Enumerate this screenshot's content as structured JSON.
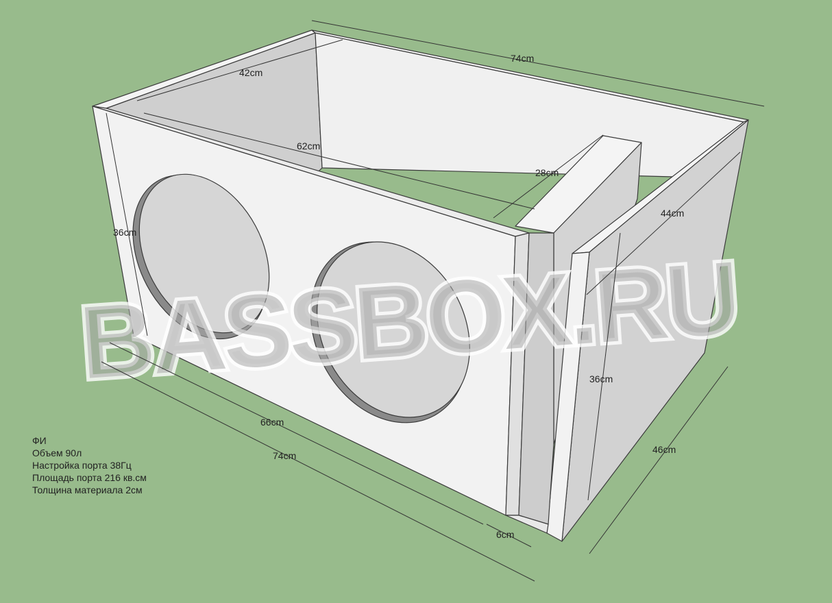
{
  "watermark": "BASSBOX.RU",
  "dimensions": {
    "top_length": "74cm",
    "inner_depth": "42cm",
    "inner_length": "62cm",
    "port_width": "28cm",
    "port_length": "44cm",
    "front_height": "36cm",
    "side_height": "36cm",
    "baffle_inner": "66cm",
    "front_length": "74cm",
    "port_gap": "6cm",
    "side_depth": "46cm"
  },
  "specs": {
    "type": "ФИ",
    "volume": "Объем 90л",
    "tuning": "Настройка порта 38Гц",
    "port_area": "Площадь порта 216 кв.см",
    "thickness": "Толщина материала 2см"
  },
  "colors": {
    "background": "#98bb8c",
    "panel_light": "#f2f2f2",
    "panel_mid": "#d6d6d6",
    "panel_dark": "#c4c4c4"
  }
}
